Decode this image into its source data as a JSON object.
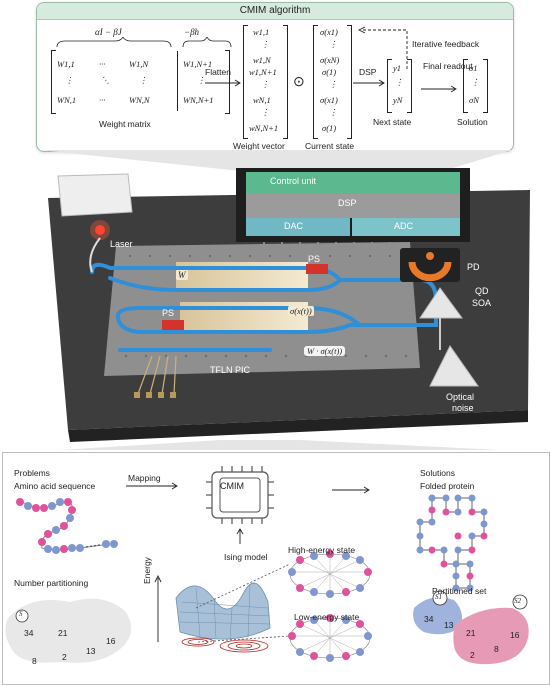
{
  "algorithm": {
    "title": "CMIM algorithm",
    "weight_matrix": {
      "coef_top_left": "αI − βJ",
      "coef_top_right": "−βh",
      "cells": [
        "W1,1",
        "···",
        "W1,N",
        "W1,N+1",
        "⋮",
        "⋱",
        "⋮",
        "⋮",
        "WN,1",
        "···",
        "WN,N",
        "WN,N+1"
      ],
      "label": "Weight matrix"
    },
    "flatten_label": "Flatten",
    "weight_vector": {
      "entries": [
        "w1,1",
        "⋮",
        "w1,N",
        "w1,N+1",
        "⋮",
        "wN,1",
        "⋮",
        "wN,N+1"
      ],
      "label": "Weight vector"
    },
    "operator": "⊙",
    "current_state": {
      "entries": [
        "σ(x1)",
        "⋮",
        "σ(xN)",
        "σ(1)",
        "⋮",
        "σ(x1)",
        "⋮",
        "σ(1)"
      ],
      "label": "Current state"
    },
    "dsp_label": "DSP",
    "iterative_feedback": "Iterative feedback",
    "next_state": {
      "entries": [
        "y1",
        "⋮",
        "yN"
      ],
      "label": "Next state"
    },
    "final_readout": "Final readout",
    "solution": {
      "entries": [
        "σ1",
        "⋮",
        "σN"
      ],
      "label": "Solution"
    }
  },
  "hardware": {
    "control_unit": "Control unit",
    "dsp": "DSP",
    "dac": "DAC",
    "adc": "ADC",
    "laser": "Laser",
    "pd": "PD",
    "qd_soa": [
      "QD",
      "SOA"
    ],
    "optical_noise": [
      "Optical",
      "noise"
    ],
    "ps_top": "PS",
    "ps_left": "PS",
    "w_label": "W",
    "sigma_label": "σ(x(t))",
    "product_label": "W · σ(x(t))",
    "chip_label": "TFLN PIC",
    "colors": {
      "control_unit": "#5bb88f",
      "dsp": "#9b9b9b",
      "dac": "#6fb8c4",
      "waveguide": "#2f8fd8",
      "board": "#3c3c3c"
    }
  },
  "applications": {
    "problems_title": "Problems",
    "amino_label": "Amino acid sequence",
    "mapping_label": "Mapping",
    "cmim_label": "CMIM",
    "solutions_title": "Solutions",
    "folded_label": "Folded protein",
    "ising_label": "Ising model",
    "high_energy": "High-energy state",
    "low_energy": "Low-energy state",
    "energy_axis": "Energy",
    "number_partitioning": "Number partitioning",
    "set_symbol": "S",
    "numbers": [
      "34",
      "21",
      "16",
      "13",
      "2",
      "8"
    ],
    "partitioned_label": "Partitioned set",
    "s1_symbol": "S1",
    "s2_symbol": "S2",
    "s1_numbers": [
      "34",
      "13"
    ],
    "s2_numbers": [
      "21",
      "16",
      "2",
      "8"
    ],
    "colors": {
      "pink": "#e0529b",
      "blue": "#7f97cf",
      "s1_fill": "#9fb3dd",
      "s2_fill": "#e79ab5"
    }
  }
}
